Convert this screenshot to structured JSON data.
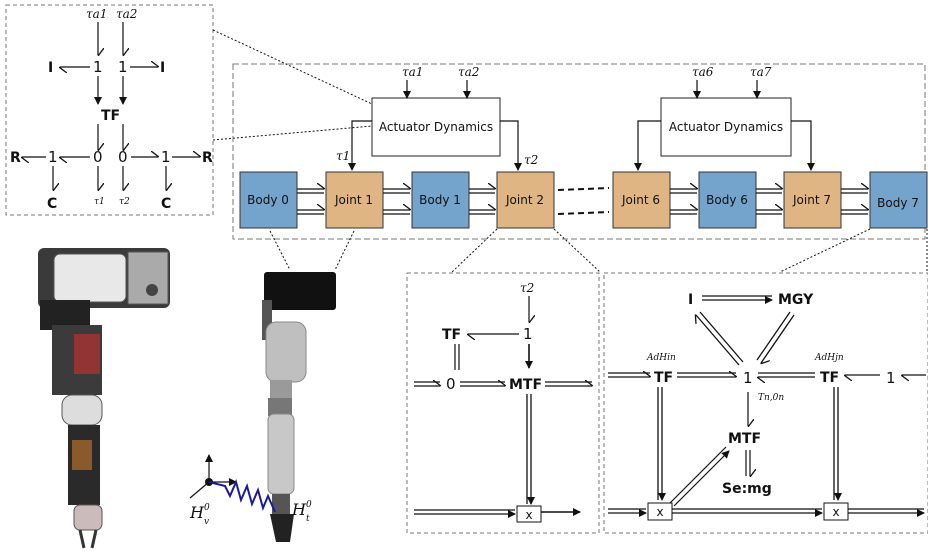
{
  "chain": {
    "bodies": [
      "Body 0",
      "Body 1",
      "Body 6",
      "Body 7"
    ],
    "joints": [
      "Joint 1",
      "Joint 2",
      "Joint 6",
      "Joint 7"
    ],
    "actuator_left": "Actuator Dynamics",
    "actuator_right": "Actuator Dynamics",
    "tau_inputs": [
      "τa1",
      "τa2",
      "τa6",
      "τa7"
    ],
    "tau_joint": [
      "τ1",
      "τ2"
    ]
  },
  "bond_graph_actuator": {
    "labels": [
      "τa1",
      "τa2",
      "I",
      "1",
      "1",
      "I",
      "TF",
      "R",
      "1",
      "0",
      "0",
      "1",
      "R",
      "C",
      "τ1",
      "τ2",
      "C"
    ]
  },
  "bond_graph_joint": {
    "tau": "τ2",
    "tf": "TF",
    "one": "1",
    "zero": "0",
    "mtf": "MTF",
    "mult": "x"
  },
  "bond_graph_body": {
    "i": "I",
    "mgy": "MGY",
    "tf_left": "TF",
    "one_center": "1",
    "tf_right": "TF",
    "one_right": "1",
    "mtf": "MTF",
    "source": "Se:mg",
    "mult_left": "x",
    "mult_right": "x",
    "ad_left": "AdHin",
    "ad_right": "AdHjn",
    "transform": "Tn,0n"
  },
  "robot_labels": {
    "hv": "H",
    "ht": "H"
  }
}
